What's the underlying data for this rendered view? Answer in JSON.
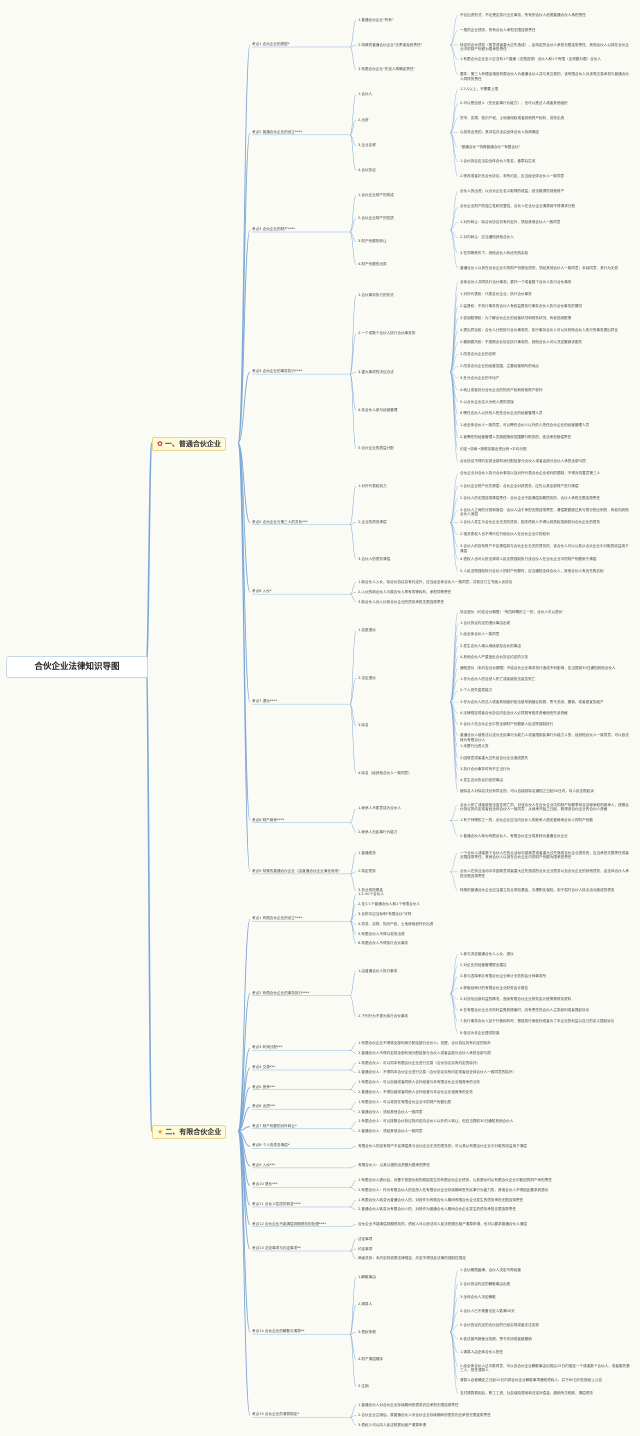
{
  "title": "合伙企业法律知识导图",
  "colors": {
    "line": "#7aa7d6",
    "root_border": "#c9d6e8",
    "branch_bg": "#fffbd8",
    "star": "#e6a400",
    "emblem": "#d23"
  },
  "branches": [
    {
      "label": "一、普通合伙企业",
      "icon": "red-emblem-icon"
    },
    {
      "label": "二、有限合伙企业",
      "icon": "star-icon"
    }
  ],
  "topics1": [
    {
      "label": "考点1 合伙企业的类型*",
      "items": [
        "1.普通合伙企业\"所有\"",
        "2.特殊的普通合伙企业\"无责者免其责任\"",
        "3.有限合伙企业\"先找人再确定责任\""
      ],
      "sub": [
        "不论出资形式，不论是否执行企业事务，所有的合伙人依照普通合伙人承担责任",
        "一般的企业债务，所有合伙人承担无限连带责任",
        "特定的合伙债务（故意或者重大过失造成），由特定的合伙人承担无限连带责任，其他合伙人以其在合伙企业中的财产份额为限承担责任",
        "1.有限合伙企业至少应当有1个普通（无限连带）合伙人和1个有限（出资额为限）合伙人",
        "要件：第三人有理由相信有限合伙人为普通合伙人并与其交易的，该有限合伙人对该笔交易承担与普通合伙人同样的责任"
      ]
    },
    {
      "label": "考点2 普通合伙企业的设立****",
      "items": [
        "1.合伙人",
        "2.出资",
        "3.企业名称",
        "4.合伙协议"
      ],
      "sub": [
        "1.2人以上，不需要上限",
        "2.可以是自然人（完全民事行为能力），也可以是法人或者其他组织",
        "货币、实物、知识产权、土地使用权或者其他财产权利，劳务出资",
        "以劳务出资的，其评估办法由全体合伙人协商确定",
        "\"普通合伙\"\"特殊普通合伙\"\"有限合伙\"",
        "1.合伙协议应当由全体合伙人签名、盖章后生效",
        "2.修改或者补充合伙协议，未有约定，应当经全体合伙人一致同意"
      ]
    },
    {
      "label": "考点3 合伙企业的财产****",
      "items": [
        "1.合伙企业财产的构成",
        "2.合伙企业财产的性质",
        "3.财产份额的转让",
        "4.财产份额的出质"
      ],
      "sub": [
        "合伙人的出资；以合伙企业名义取得的收益；依法取得的其他财产",
        "合伙企业财产的独立性和完整性，合伙人在合伙企业清算前不得请求分割",
        "1.对外转让：除合伙协议另有约定外，须经其他合伙人一致同意",
        "2.对内转让：应当通知其他合伙人",
        "3.在同等条件下，其他合伙人有优先购买权",
        "普通合伙人以其在合伙企业中的财产份额出质的，须经其他合伙人一致同意；未经同意，其行为无效"
      ]
    },
    {
      "label": "考点4 合伙企业的事务执行****",
      "items": [
        "1.合伙事务执行的形式",
        "2.一个或数个合伙人执行合伙事务的",
        "3.重大事项的决议办法",
        "4.非合伙人参与经营管理",
        "5.合伙企业的损益分配"
      ],
      "sub": [
        "全体合伙人共同执行合伙事务；委托一个或者数个合伙人执行合伙事务",
        "1.对外代表权：代表合伙企业，执行合伙事务",
        "2.监督权：不执行事务的合伙人有权监督执行事务合伙人执行合伙事务的情况",
        "3.查阅账簿权：为了解合伙企业的经营状况和财务状况，有权查阅账簿",
        "4.提出异议权：合伙人分别执行合伙事务的，执行事务合伙人可以对其他合伙人执行的事务提出异议",
        "5.撤销委托权：不按照合伙协议执行事务的，其他合伙人可以决定撤销该委托",
        "1.改变合伙企业的名称",
        "2.改变合伙企业的经营范围、主要经营场所的地点",
        "3.处分合伙企业的不动产",
        "4.转让或者处分合伙企业的知识产权和其他财产权利",
        "5.以合伙企业名义为他人提供担保",
        "6.聘任合伙人以外的人担任合伙企业的经营管理人员",
        "1.经全体合伙人一致同意，可以聘任合伙人以外的人担任合伙企业的经营管理人员",
        "2.被聘任的经营管理人员超越授权范围履行职务的，依法承担赔偿责任",
        "约定→协商→按照实缴出资比例→平均分配",
        "合伙协议不得约定将全部利润分配给部分合伙人或者由部分合伙人承担全部亏损"
      ]
    },
    {
      "label": "考点5 合伙企业与第三人的关系***",
      "items": [
        "1.对外代表权效力",
        "2.企业的债务清偿",
        "3.合伙人的债务清偿"
      ],
      "sub": [
        "合伙企业对合伙人执行合伙事务以及对外代表合伙企业权利的限制，不得对抗善意第三人",
        "1.合伙企业财产优先清偿：合伙企业对其债务，应先以其全部财产进行清偿",
        "2.合伙人的无限连带清偿责任：合伙企业不能清偿到期债务的，合伙人承担无限连带责任",
        "3.合伙人之间的分担和追偿：合伙人由于承担无限连带责任，清偿数额超过其亏损分担比例的，有权向其他合伙人追偿",
        "1.合伙人发生与合伙企业无关的债务，相关债权人不得以其债权抵销其对合伙企业的债务",
        "2.相关债权人也不得代位行使合伙人在合伙企业中的权利",
        "3.合伙人的自有财产不足清偿其与合伙企业无关的债务的，该合伙人可以以其从合伙企业中分取的收益用于清偿",
        "4.债权人也可以依法请求人民法院强制执行该合伙人在合伙企业中的财产份额用于清偿",
        "5.人民法院强制执行合伙人的财产份额时，应当通知全体合伙人，其他合伙人有优先购买权"
      ]
    },
    {
      "label": "考点6 入伙*",
      "items": [
        "1.新合伙人入伙，除合伙协议另有约定外，应当经全体合伙人一致同意，并依法订立书面入伙协议",
        "2.入伙的新合伙人与原合伙人享有同等权利，承担同等责任",
        "3.新合伙人对入伙前合伙企业的债务承担无限连带责任"
      ],
      "sub": []
    },
    {
      "label": "考点7 退伙****",
      "items": [
        "1.自愿退伙",
        "2.法定退伙",
        "3.除名",
        "4.除名（经其他合伙人一致同意）"
      ],
      "sub": [
        "协议退伙（约定合伙期限）\"有四种情形之一的，合伙人可以退伙\"",
        "1.合伙协议约定的退伙事由出现",
        "2.经全体合伙人一致同意",
        "3.发生合伙人难以继续参加合伙的事由",
        "4.其他合伙人严重违反合伙协议约定的义务",
        "通知退伙（未约定合伙期限）不给合伙企业事务执行造成不利影响，应当提前30日通知其他合伙人",
        "1.作为合伙人的自然人死亡或者被依法宣告死亡",
        "2.个人丧失偿债能力",
        "3.作为合伙人的法人或者其他组织依法被吊销营业执照、责令关闭、撤销，或者被宣告破产",
        "4.法律规定或者合伙协议约定合伙人必须具有相关资格而丧失该资格",
        "5.合伙人在合伙企业中的全部财产份额被人民法院强制执行",
        "普通合伙人被依法认定为无民事行为能力人或者限制民事行为能力人的，经其他合伙人一致同意，可以依法转为有限合伙人",
        "1.未履行出资义务",
        "2.因故意或者重大过失给合伙企业造成损失",
        "3.执行合伙事务时有不正当行为",
        "4.发生合伙协议约定的事由",
        "被除名人对除名决议有异议的，可以自接到除名通知之日起30日内，向人民法院起诉"
      ]
    },
    {
      "label": "考点8 财产继承****",
      "items": [
        "1.继承人不愿意成为合伙人",
        "2.继承人无民事行为能力"
      ],
      "sub": [
        "合伙人死亡或者被依法宣告死亡的，对该合伙人在合伙企业中的财产份额享有合法继承权的继承人，按照合伙协议的约定或者经全体合伙人一致同意，从继承开始之日起，取得该合伙企业的合伙人资格",
        "1.有下列情形之一的，合伙企业应当向合伙人的继承人退还被继承合伙人的财产份额",
        "2.普通合伙人转为有限合伙人，有限合伙企业将其转为普通合伙企业"
      ]
    },
    {
      "label": "考点9 特殊的普通合伙企业（由普通合伙企业演化而来）",
      "items": [
        "1.普通债务",
        "2.特定债务",
        "3.执业风险基金"
      ],
      "sub": [
        "一个合伙人或者数个合伙人在执业活动中因故意或者重大过失造成合伙企业债务的，应当承担无限责任或者无限连带责任，其他合伙人以其在合伙企业中的财产份额为限承担责任",
        "合伙人在执业活动中非因故意或者重大过失造成的合伙企业债务以及合伙企业的其他债务，由全体合伙人承担无限连带责任",
        "特殊的普通合伙企业应当建立执业风险基金、办理职业保险，用于偿付合伙人执业活动造成的债务"
      ]
    }
  ],
  "topics2": [
    {
      "label": "考点1 有限合伙企业的设立****",
      "items": [
        "1.2-50个合伙人",
        "2.至少1个普通合伙人和1个有限合伙人",
        "3.名称中应当标明\"有限合伙\"字样",
        "4.劳务、实物、知识产权、土地使用权作价出资",
        "5.有限合伙人不得以劳务出资",
        "6.有限合伙人不得执行合伙事务"
      ],
      "sub": []
    },
    {
      "label": "考点2 有限合伙企业的事务执行****",
      "items": [
        "1.由普通合伙人执行事务",
        "2.下列行为不视为执行合伙事务"
      ],
      "sub": [
        "1.参与决定普通合伙人入伙、退伙",
        "2.对企业的经营管理提出建议",
        "3.参与选择承办有限合伙企业审计业务的会计师事务所",
        "4.获取经审计的有限合伙企业财务会计报告",
        "5.对涉及自身利益的情况，查阅有限合伙企业财务会计账簿等财务资料",
        "6.在有限合伙企业中的利益受到侵害时，向有责任的合伙人主张权利或者提起诉讼",
        "7.执行事务合伙人怠于行使权利时，督促其行使权利或者为了本企业的利益以自己的名义提起诉讼",
        "8.依法为本企业提供担保"
      ]
    },
    {
      "label": "考点3 利润分配***",
      "items": [
        "1.有限合伙企业不得将全部利润分配给部分合伙人；但是，合伙协议另有约定的除外",
        "2.普通合伙人不得约定将全部利润分配给部分合伙人或者由部分合伙人承担全部亏损"
      ],
      "sub": []
    },
    {
      "label": "考点4 交易***",
      "items": [
        "1.有限合伙人：可以同本有限合伙企业进行交易（合伙协议另有约定的除外）",
        "2.普通合伙人：不得同本合伙企业进行交易（合伙协议另有约定或者经全体合伙人一致同意的除外）"
      ],
      "sub": []
    },
    {
      "label": "考点5 竞争***",
      "items": [
        "1.有限合伙人：可以自营或者同他人合作经营与本有限合伙企业相竞争的业务",
        "2.普通合伙人：不得自营或者同他人合作经营与本合伙企业相竞争的业务"
      ],
      "sub": []
    },
    {
      "label": "考点6 出质***",
      "items": [
        "1.有限合伙人：可以将其在有限合伙企业中的财产份额出质",
        "2.普通合伙人：须经其他合伙人一致同意"
      ],
      "sub": []
    },
    {
      "label": "考点7 财产份额的对外转让*",
      "items": [
        "1.有限合伙人：可以按照合伙协议的约定向合伙人以外的人转让，但应当提前30日通知其他合伙人",
        "2.普通合伙人：须经其他合伙人一致同意"
      ],
      "sub": []
    },
    {
      "label": "考点8 个人的债务清偿*",
      "items": [
        "有限合伙人的自有财产不足清偿其与合伙企业无关的债务的，可以其从有限合伙企业中分取的收益用于清偿"
      ],
      "sub": []
    },
    {
      "label": "考点9 入伙***",
      "items": [
        "有限合伙人：以其认缴的出资额为限承担责任"
      ],
      "sub": []
    },
    {
      "label": "考点10 退伙***",
      "items": [
        "1.有限合伙人退伙后，对基于其退伙前的原因发生的有限合伙企业债务，以其退伙时从有限合伙企业中取回的财产承担责任",
        "2.有限合伙人：作为有限合伙人的自然人在有限合伙企业存续期间丧失民事行为能力的，其他合伙人不得因此要求其退伙"
      ],
      "sub": []
    },
    {
      "label": "考点11 合伙人性质的转变****",
      "items": [
        "1.有限合伙人转变为普通合伙人的，对其作为有限合伙人期间有限合伙企业发生的债务承担无限连带责任",
        "2.普通合伙人转变为有限合伙人的，对其作为普通合伙人期间合伙企业发生的债务承担无限连带责任"
      ],
      "sub": []
    },
    {
      "label": "考点12 合伙企业不能清偿到期债务的处理****",
      "items": [
        "合伙企业不能清偿到期债务的，债权人可以依法向人民法院提出破产清算申请，也可以要求普通合伙人清偿"
      ],
      "sub": []
    },
    {
      "label": "考点13 法定事项与约定事项**",
      "items": [
        "法定事项",
        "约定事项",
        "两者关系：未约定则依照法律规定，约定不得违反法律的强制性规定"
      ],
      "sub": []
    },
    {
      "label": "考点14 合伙企业的解散与清算**",
      "items": [
        "1.解散事由",
        "2.清算人",
        "3.债权申报",
        "4.财产清偿顺序",
        "5.注销"
      ],
      "sub": [
        "1.合伙期限届满，合伙人决定不再经营",
        "2.合伙协议约定的解散事由出现",
        "3.全体合伙人决定解散",
        "4.合伙人已不具备法定人数满30天",
        "5.合伙协议约定的合伙目的已经实现或者无法实现",
        "6.依法被吊销营业执照、责令关闭或者被撤销",
        "1.清算人由全体合伙人担任",
        "2.经全体合伙人过半数同意，可以自合伙企业解散事由出现后15日内指定一个或者数个合伙人，或者委托第三人，担任清算人",
        "清算人自被确定之日起10日内将合伙企业解散事项通知债权人，并于60日内在报纸上公告",
        "支付清算费用后，职工工资、社会保险费用和法定补偿金，缴纳所欠税款，清偿债务"
      ]
    },
    {
      "label": "考点15 合伙企业的清算规定*",
      "items": [
        "1.普通合伙人对合伙企业存续期间的债务仍应承担无限连带责任",
        "2.合伙企业注销后，原普通合伙人对合伙企业存续期间的债务仍应承担无限连带责任",
        "3.债权人可以向人民法院提出破产清算申请"
      ],
      "sub": []
    }
  ]
}
